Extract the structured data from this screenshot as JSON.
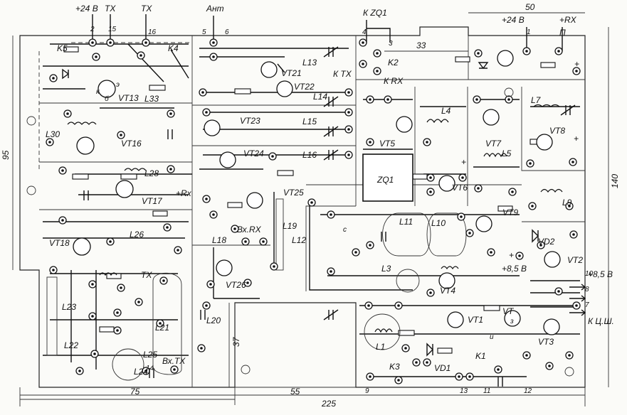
{
  "dimensions": {
    "width_50": "50",
    "width_33": "33",
    "height_95": "95",
    "height_140": "140",
    "height_37": "37",
    "width_75": "75",
    "width_55": "55",
    "width_225": "225"
  },
  "terminals": {
    "plus24v_tx": "+24 В",
    "tx_top1": "TX",
    "tx_top2": "TX",
    "ant": "Ант",
    "k_zq1": "К ZQ1",
    "plus24v_rx": "+24 В",
    "plus_rx_top": "+RX",
    "pin_p": "П",
    "k_tx": "К TX",
    "k_rx": "К RX",
    "plus_rx_mid": "+Rx",
    "plus85v_right": "+8,5 В",
    "plus85v_mid": "+8,5 В",
    "k_csh": "К Ц.Ш.",
    "vx_tx": "Вх.TX",
    "vx_rx": "Вх.RX",
    "tx_left": "TX"
  },
  "pins": [
    "2",
    "15",
    "16",
    "5",
    "6",
    "4",
    "3",
    "1",
    "10",
    "8",
    "7",
    "9",
    "13",
    "11",
    "12",
    "14"
  ],
  "components": {
    "relays": [
      "K5",
      "K4",
      "K2",
      "K3",
      "K1"
    ],
    "transistors": [
      "VT1",
      "VT2",
      "VT3",
      "VT4",
      "VT5",
      "VT6",
      "VT7",
      "VT8",
      "VT9",
      "VT13",
      "VT16",
      "VT17",
      "VT18",
      "VT21",
      "VT22",
      "VT23",
      "VT24",
      "VT25",
      "VT26",
      "VT"
    ],
    "diodes": [
      "VD1",
      "VD2"
    ],
    "coils": [
      "L1",
      "L3",
      "L4",
      "L5",
      "L7",
      "L9",
      "L10",
      "L11",
      "L12",
      "L13",
      "L14",
      "L15",
      "L16",
      "L18",
      "L19",
      "L20",
      "L21",
      "L22",
      "L23",
      "L24",
      "L25",
      "L26",
      "L28",
      "L30",
      "L33"
    ],
    "filter": "ZQ1"
  },
  "transistor_pin_letters": [
    "к",
    "б",
    "э",
    "с",
    "и",
    "з"
  ]
}
